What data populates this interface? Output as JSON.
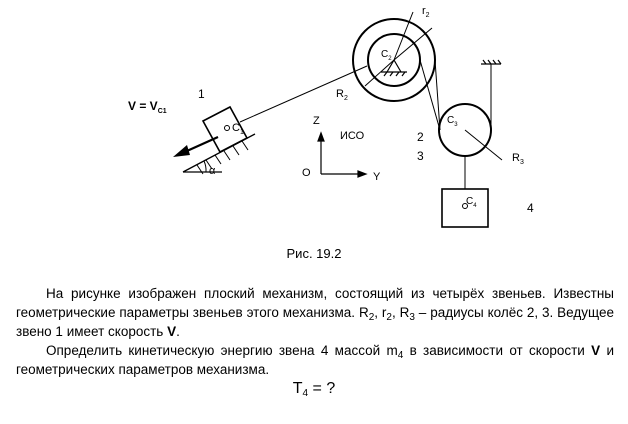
{
  "figure": {
    "labels": {
      "velocity_main": "V = V",
      "velocity_sub": "C1",
      "link1": "1",
      "c1": "C",
      "c1_sub": "1",
      "alpha": "α",
      "r2": "r",
      "r2_sub": "2",
      "c2": "C",
      "c2_sub": "2",
      "R2": "R",
      "R2_sub": "2",
      "c3": "C",
      "c3_sub": "3",
      "R3": "R",
      "R3_sub": "3",
      "link2": "2",
      "link3": "3",
      "c4": "C",
      "c4_sub": "4",
      "link4": "4",
      "axis_z": "Z",
      "axis_o": "O",
      "axis_y": "Y",
      "iso": "ИСО"
    }
  },
  "caption": "Рис. 19.2",
  "text": {
    "p1_a": "На рисунке изображен плоский механизм, состоящий из четырёх звеньев. Известны геометрические параметры звеньев этого механизма. R",
    "p1_s1": "2",
    "p1_b": ", r",
    "p1_s2": "2",
    "p1_c": ", R",
    "p1_s3": "3",
    "p1_d": " – радиусы колёс 2, 3. Ведущее звено 1 имеет скорость ",
    "p1_v": "V",
    "p1_e": ".",
    "p2_a": "Определить кинетическую энергию звена 4 массой m",
    "p2_s1": "4",
    "p2_b": " в зависимости от скорости ",
    "p2_v": "V",
    "p2_c": " и геометрических параметров механизма."
  },
  "answer": {
    "t": "T",
    "sub": "4",
    "rest": " = ?"
  }
}
